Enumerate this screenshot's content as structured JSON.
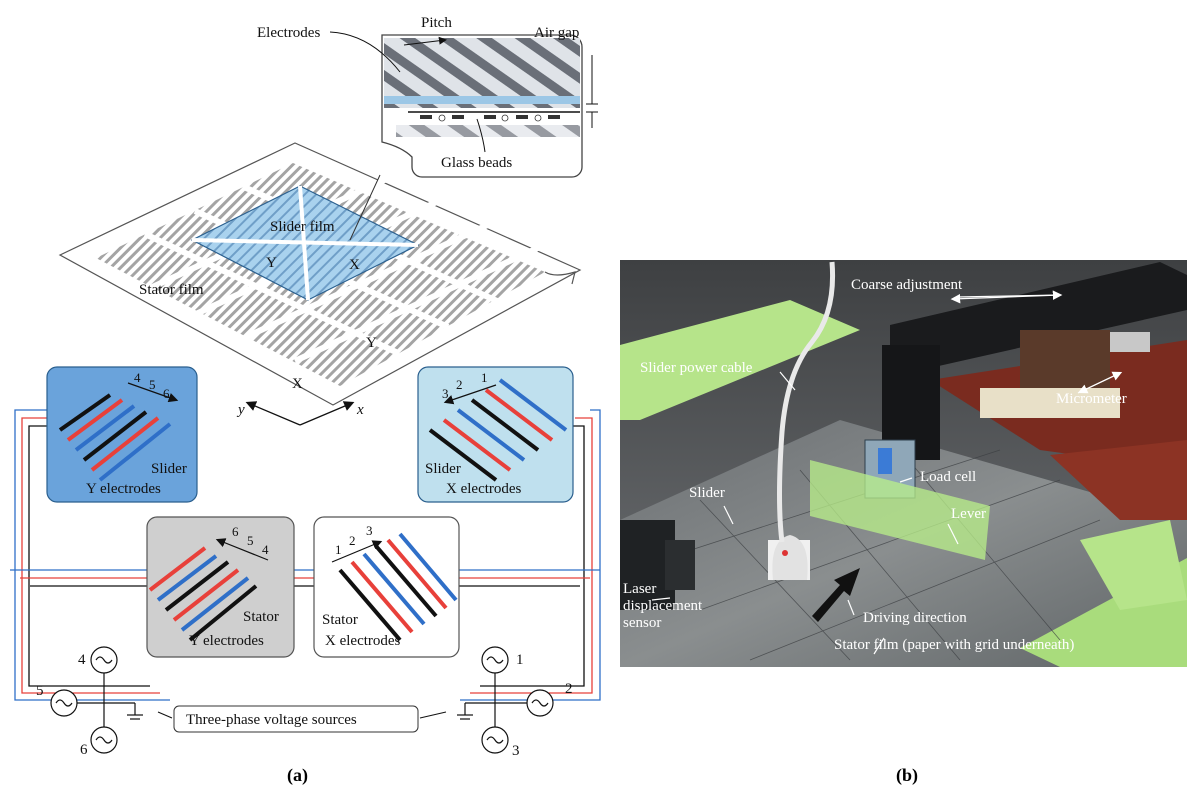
{
  "panel_a": {
    "caption": "(a)",
    "callouts": {
      "electrodes": "Electrodes",
      "pitch": "Pitch",
      "air_gap": "Air gap",
      "glass_beads": "Glass beads",
      "slider_film": "Slider film",
      "stator_film": "Stator film"
    },
    "axes": {
      "x": "x",
      "y": "y"
    },
    "film_marks": {
      "x": "X",
      "y": "Y"
    },
    "boxes": {
      "slider_y": {
        "line1": "Slider",
        "line2": "Y electrodes",
        "phases": [
          "4",
          "5",
          "6"
        ]
      },
      "slider_x": {
        "line1": "Slider",
        "line2": "X electrodes",
        "phases": [
          "3",
          "2",
          "1"
        ]
      },
      "stator_y": {
        "line1": "Stator",
        "line2": "Y electrodes",
        "phases": [
          "6",
          "5",
          "4"
        ]
      },
      "stator_x": {
        "line1": "Stator",
        "line2": "X electrodes",
        "phases": [
          "1",
          "2",
          "3"
        ]
      }
    },
    "sources": {
      "label": "Three-phase voltage sources",
      "left_phases": [
        "4",
        "5",
        "6"
      ],
      "right_phases": [
        "1",
        "2",
        "3"
      ]
    }
  },
  "panel_b": {
    "caption": "(b)",
    "labels": {
      "coarse_adjustment": "Coarse adjustment",
      "slider_power_cable": "Slider power cable",
      "micrometer": "Micrometer",
      "load_cell": "Load cell",
      "slider": "Slider",
      "lever": "Lever",
      "laser_line1": "Laser",
      "laser_line2": "displacement",
      "laser_line3": "sensor",
      "driving_direction": "Driving direction",
      "stator_film": "Stator film (paper with grid underneath)"
    }
  },
  "colors": {
    "electrode_red": "#e8403a",
    "electrode_blue": "#2f6fc8",
    "electrode_black": "#111111",
    "slider_box_fill": "#6aa3db",
    "slider_x_box_fill": "#bfe0ee",
    "stator_box_fill": "#cfcfcf",
    "film_blue": "#9fcbe8"
  }
}
